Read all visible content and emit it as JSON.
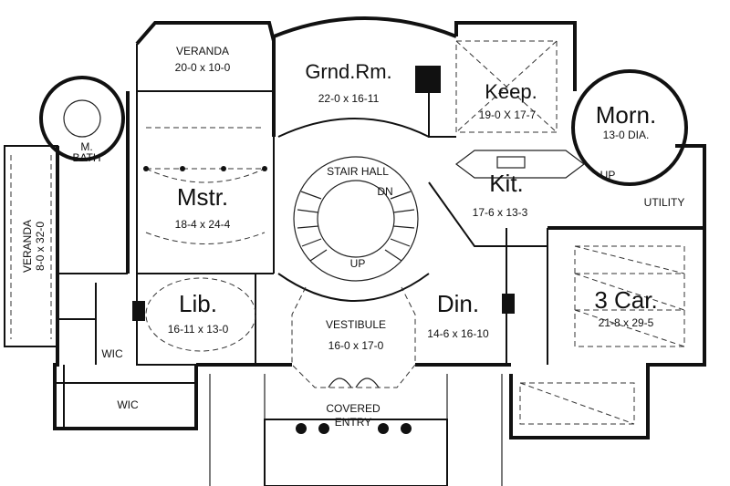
{
  "rooms": {
    "veranda_top": {
      "name": "VERANDA",
      "dim": "20-0 x 10-0"
    },
    "grand_room": {
      "name": "Grnd.Rm.",
      "dim": "22-0 x 16-11"
    },
    "keeping": {
      "name": "Keep.",
      "dim": "19-0 X 17-7"
    },
    "morning": {
      "name": "Morn.",
      "dim": "13-0 DIA."
    },
    "master_bath": {
      "name": "M.\nBATH",
      "line1": "M.",
      "line2": "BATH"
    },
    "stair_hall": {
      "name": "STAIR HALL"
    },
    "master": {
      "name": "Mstr.",
      "dim": "18-4 x 24-4"
    },
    "kitchen": {
      "name": "Kit.",
      "dim": "17-6 x 13-3"
    },
    "veranda_side": {
      "name": "VERANDA",
      "dim": "8-0 x 32-0"
    },
    "library": {
      "name": "Lib.",
      "dim": "16-11 x 13-0"
    },
    "vestibule": {
      "name": "VESTIBULE",
      "dim": "16-0 x 17-0"
    },
    "dining": {
      "name": "Din.",
      "dim": "14-6 x 16-10"
    },
    "garage": {
      "name": "3 Car.",
      "dim": "21-8 x 29-5"
    },
    "utility": {
      "name": "UTILITY"
    },
    "wic_1": {
      "name": "WIC"
    },
    "wic_2": {
      "name": "WIC"
    },
    "covered_entry": {
      "line1": "COVERED",
      "line2": "ENTRY"
    }
  },
  "stairs": {
    "down": "DN",
    "up": "UP",
    "morning_up": "UP"
  }
}
